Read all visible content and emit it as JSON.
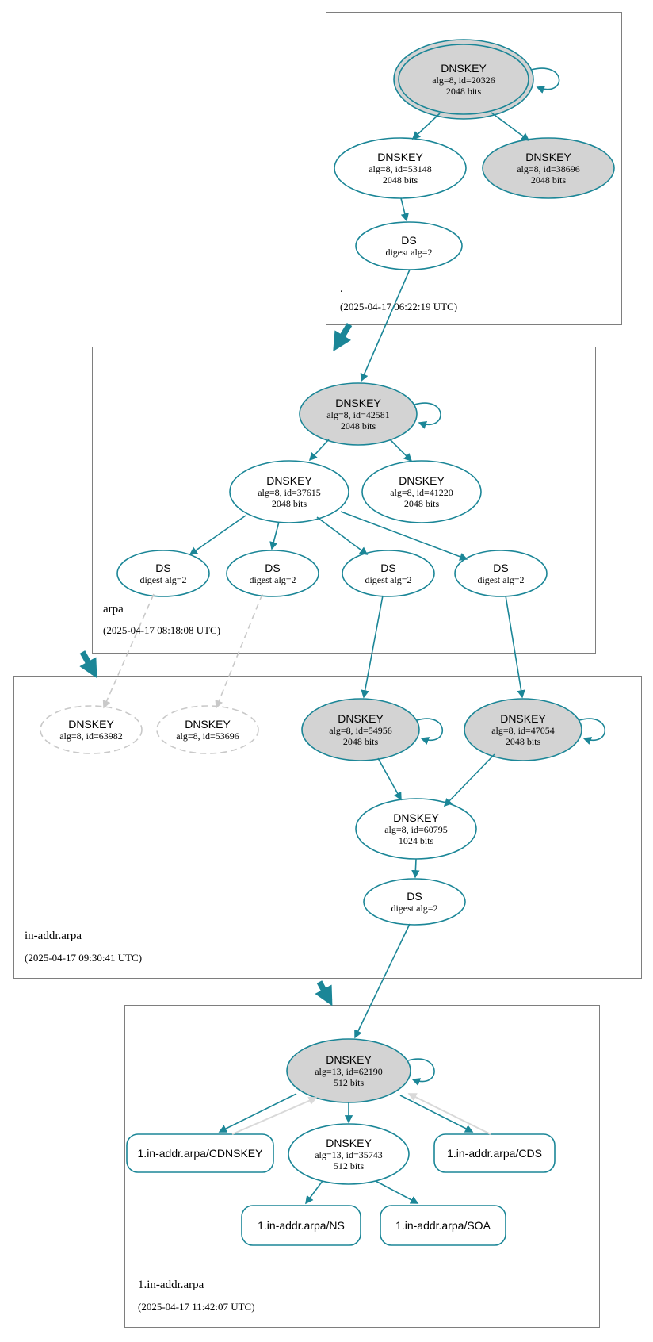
{
  "diagram": {
    "kind": "dnssec-authentication-chain",
    "colors": {
      "node_outline": "#1b8697",
      "node_fill_ksk": "#d3d3d3",
      "node_fill": "#ffffff",
      "insecure_gray": "#c9c9c9",
      "reverse_arrow_gray": "#d9d9d9",
      "zone_border": "#7e7e7e"
    }
  },
  "zones": [
    {
      "name": ".",
      "timestamp": "(2025-04-17 06:22:19 UTC)"
    },
    {
      "name": "arpa",
      "timestamp": "(2025-04-17 08:18:08 UTC)"
    },
    {
      "name": "in-addr.arpa",
      "timestamp": "(2025-04-17 09:30:41 UTC)"
    },
    {
      "name": "1.in-addr.arpa",
      "timestamp": "(2025-04-17 11:42:07 UTC)"
    }
  ],
  "nodes": {
    "root_ksk": {
      "title": "DNSKEY",
      "alg": "alg=8, id=20326",
      "bits": "2048 bits"
    },
    "root_zsk": {
      "title": "DNSKEY",
      "alg": "alg=8, id=53148",
      "bits": "2048 bits"
    },
    "root_key2": {
      "title": "DNSKEY",
      "alg": "alg=8, id=38696",
      "bits": "2048 bits"
    },
    "root_ds": {
      "title": "DS",
      "alg": "digest alg=2"
    },
    "arpa_ksk": {
      "title": "DNSKEY",
      "alg": "alg=8, id=42581",
      "bits": "2048 bits"
    },
    "arpa_zsk": {
      "title": "DNSKEY",
      "alg": "alg=8, id=37615",
      "bits": "2048 bits"
    },
    "arpa_key2": {
      "title": "DNSKEY",
      "alg": "alg=8, id=41220",
      "bits": "2048 bits"
    },
    "arpa_ds1": {
      "title": "DS",
      "alg": "digest alg=2"
    },
    "arpa_ds2": {
      "title": "DS",
      "alg": "digest alg=2"
    },
    "arpa_ds3": {
      "title": "DS",
      "alg": "digest alg=2"
    },
    "arpa_ds4": {
      "title": "DS",
      "alg": "digest alg=2"
    },
    "inaddr_key_63982": {
      "title": "DNSKEY",
      "alg": "alg=8, id=63982"
    },
    "inaddr_key_53696": {
      "title": "DNSKEY",
      "alg": "alg=8, id=53696"
    },
    "inaddr_ksk_54956": {
      "title": "DNSKEY",
      "alg": "alg=8, id=54956",
      "bits": "2048 bits"
    },
    "inaddr_ksk_47054": {
      "title": "DNSKEY",
      "alg": "alg=8, id=47054",
      "bits": "2048 bits"
    },
    "inaddr_zsk_60795": {
      "title": "DNSKEY",
      "alg": "alg=8, id=60795",
      "bits": "1024 bits"
    },
    "inaddr_ds": {
      "title": "DS",
      "alg": "digest alg=2"
    },
    "one_ksk_62190": {
      "title": "DNSKEY",
      "alg": "alg=13, id=62190",
      "bits": "512 bits"
    },
    "one_zsk_35743": {
      "title": "DNSKEY",
      "alg": "alg=13, id=35743",
      "bits": "512 bits"
    },
    "one_cdnskey": {
      "label": "1.in-addr.arpa/CDNSKEY"
    },
    "one_cds": {
      "label": "1.in-addr.arpa/CDS"
    },
    "one_ns": {
      "label": "1.in-addr.arpa/NS"
    },
    "one_soa": {
      "label": "1.in-addr.arpa/SOA"
    }
  }
}
